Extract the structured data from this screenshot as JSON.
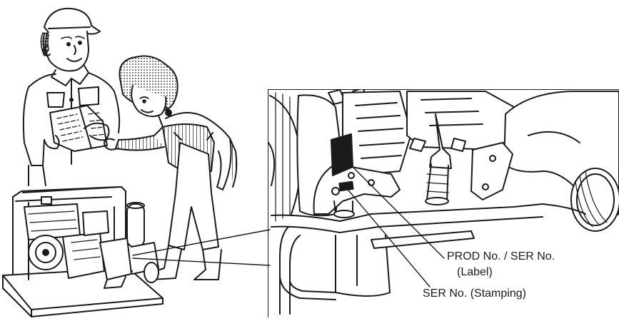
{
  "labels": {
    "prod_ser": "PROD No. / SER No.",
    "prod_ser_sub": "(Label)",
    "ser_stamp": "SER No. (Stamping)"
  },
  "colors": {
    "ink": "#1a1a1a",
    "background": "#ffffff"
  }
}
